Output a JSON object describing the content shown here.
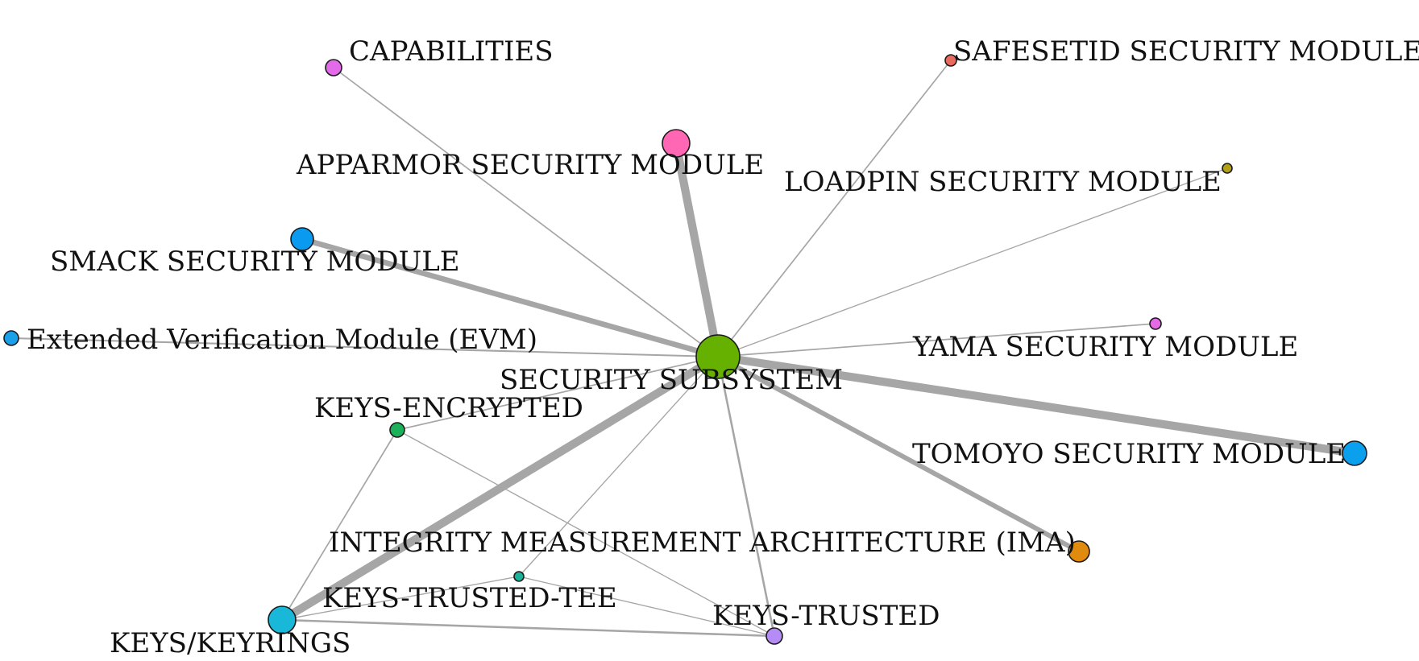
{
  "nodes": [
    {
      "id": "security",
      "label": "SECURITY SUBSYSTEM",
      "color": "#66b000"
    },
    {
      "id": "capabilities",
      "label": "CAPABILITIES",
      "color": "#e36ae8"
    },
    {
      "id": "safesetid",
      "label": "SAFESETID SECURITY MODULE",
      "color": "#ea6b5d"
    },
    {
      "id": "apparmor",
      "label": "APPARMOR SECURITY MODULE",
      "color": "#ff66b3"
    },
    {
      "id": "loadpin",
      "label": "LOADPIN SECURITY MODULE",
      "color": "#b5a019"
    },
    {
      "id": "smack",
      "label": "SMACK SECURITY MODULE",
      "color": "#0a9bf0"
    },
    {
      "id": "evm",
      "label": "Extended Verification Module (EVM)",
      "color": "#1aa0e8"
    },
    {
      "id": "yama",
      "label": "YAMA SECURITY MODULE",
      "color": "#e66ae6"
    },
    {
      "id": "keys_encrypted",
      "label": "KEYS-ENCRYPTED",
      "color": "#1bb05a"
    },
    {
      "id": "tomoyo",
      "label": "TOMOYO SECURITY MODULE",
      "color": "#0aa0ee"
    },
    {
      "id": "ima",
      "label": "INTEGRITY MEASUREMENT ARCHITECTURE (IMA)",
      "color": "#e08a0e"
    },
    {
      "id": "keys_trusted_tee",
      "label": "KEYS-TRUSTED-TEE",
      "color": "#1ab39a"
    },
    {
      "id": "keys_trusted",
      "label": "KEYS-TRUSTED",
      "color": "#b58cf5"
    },
    {
      "id": "keys_keyrings",
      "label": "KEYS/KEYRINGS",
      "color": "#1ab8d8"
    }
  ],
  "edges": [
    {
      "source": "security",
      "target": "capabilities",
      "weight": 1
    },
    {
      "source": "security",
      "target": "safesetid",
      "weight": 1
    },
    {
      "source": "security",
      "target": "apparmor",
      "weight": 6
    },
    {
      "source": "security",
      "target": "loadpin",
      "weight": 0.8
    },
    {
      "source": "security",
      "target": "smack",
      "weight": 4
    },
    {
      "source": "security",
      "target": "evm",
      "weight": 1.2
    },
    {
      "source": "security",
      "target": "yama",
      "weight": 1
    },
    {
      "source": "security",
      "target": "tomoyo",
      "weight": 6
    },
    {
      "source": "security",
      "target": "ima",
      "weight": 3.5
    },
    {
      "source": "security",
      "target": "keys_keyrings",
      "weight": 6
    },
    {
      "source": "security",
      "target": "keys_trusted",
      "weight": 1.5
    },
    {
      "source": "security",
      "target": "keys_trusted_tee",
      "weight": 0.8
    },
    {
      "source": "security",
      "target": "keys_encrypted",
      "weight": 1
    },
    {
      "source": "keys_encrypted",
      "target": "keys_keyrings",
      "weight": 1
    },
    {
      "source": "keys_encrypted",
      "target": "keys_trusted",
      "weight": 0.8
    },
    {
      "source": "keys_trusted_tee",
      "target": "keys_keyrings",
      "weight": 0.8
    },
    {
      "source": "keys_trusted_tee",
      "target": "keys_trusted",
      "weight": 0.8
    },
    {
      "source": "keys_keyrings",
      "target": "keys_trusted",
      "weight": 1.5
    }
  ]
}
